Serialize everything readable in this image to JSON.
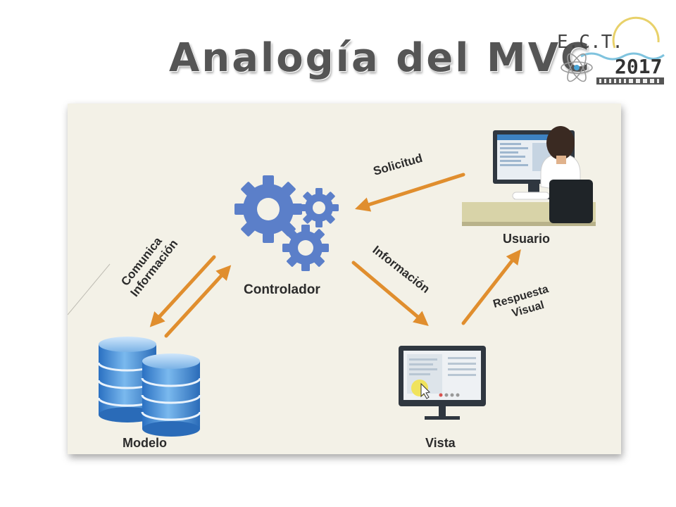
{
  "title": "Analogía del MVC",
  "logo": {
    "text": "E.C.T.",
    "year": "2017"
  },
  "colors": {
    "arrow": "#e08e2e",
    "gear": "#5b7fc9",
    "db": "#3f8ad6",
    "panel": "#f3f1e7"
  },
  "nodes": {
    "controller": "Controlador",
    "model": "Modelo",
    "view": "Vista",
    "user": "Usuario"
  },
  "edges": {
    "request": "Solicitud",
    "information": "Información",
    "visual_response_line1": "Respuesta",
    "visual_response_line2": "Visual",
    "communicate_line1": "Comunica",
    "communicate_line2": "Información"
  }
}
